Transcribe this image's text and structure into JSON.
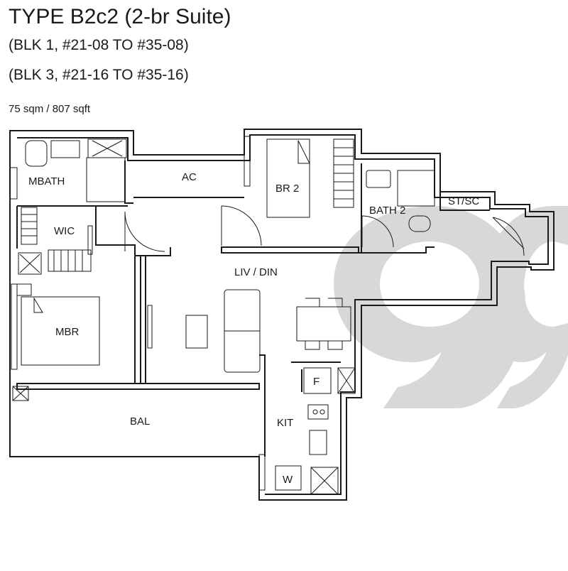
{
  "header": {
    "title": "TYPE B2c2 (2-br Suite)",
    "blocks": [
      "(BLK 1, #21-08 TO #35-08)",
      "(BLK 3, #21-16 TO #35-16)"
    ],
    "area": "75 sqm / 807 sqft"
  },
  "rooms": {
    "mbath": "MBATH",
    "ac": "AC",
    "br2": "BR 2",
    "bath2": "BATH 2",
    "stsc": "ST/SC",
    "wic": "WIC",
    "livdin": "LIV / DIN",
    "mbr": "MBR",
    "bal": "BAL",
    "kit": "KIT"
  },
  "fixtures": {
    "fridge": "F",
    "washer": "W"
  },
  "watermark": "99",
  "colors": {
    "wall": "#1a1a1a",
    "watermark": "#d8d8d8"
  }
}
